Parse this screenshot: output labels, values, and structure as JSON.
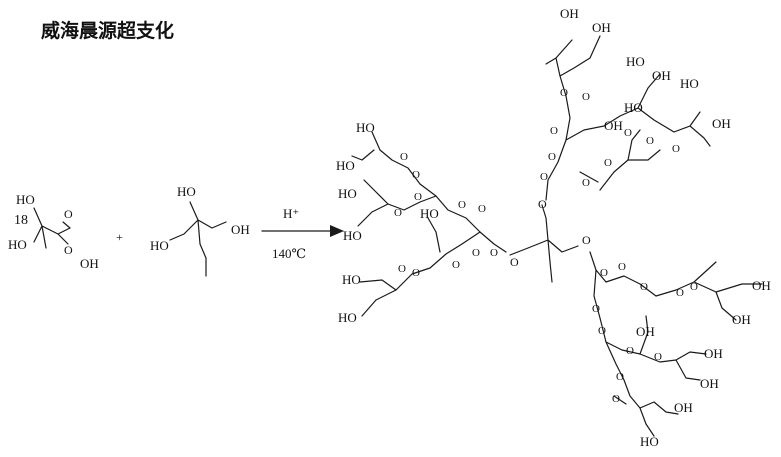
{
  "title": "威海晨源超支化",
  "reaction": {
    "coefficient": "18",
    "plus": "+",
    "catalyst": "H⁺",
    "temperature": "140℃"
  },
  "atoms": {
    "oh": "OH",
    "ho": "HO",
    "o": "O"
  },
  "colors": {
    "ink": "#1a1a1a",
    "background": "#ffffff"
  }
}
